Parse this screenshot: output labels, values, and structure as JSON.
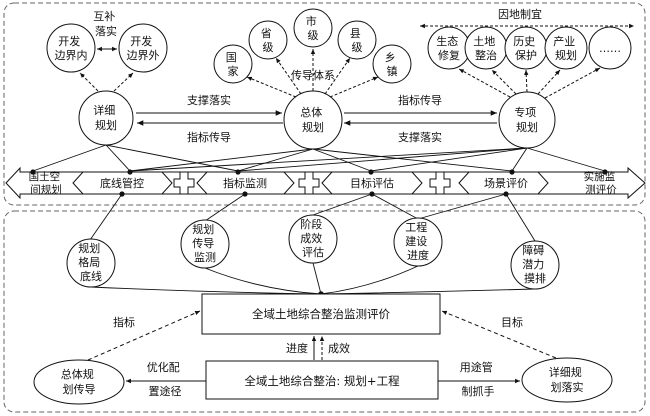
{
  "top_section": {
    "left_group": {
      "label_mutual": [
        "互补",
        "落实"
      ],
      "inner": [
        "开发",
        "边界内"
      ],
      "outer": [
        "开发",
        "边界外"
      ],
      "main": [
        "详细",
        "规划"
      ]
    },
    "center_group": {
      "main": [
        "总体",
        "规划"
      ],
      "country": [
        "国",
        "家"
      ],
      "province": [
        "省",
        "级"
      ],
      "city": [
        "市",
        "级"
      ],
      "county": [
        "县",
        "级"
      ],
      "township": [
        "乡",
        "镇"
      ],
      "system_label": "传导体系"
    },
    "right_group": {
      "label": "因地制宜",
      "main": [
        "专项",
        "规划"
      ],
      "ecology": [
        "生态",
        "修复"
      ],
      "land": [
        "土地",
        "整治"
      ],
      "heritage": [
        "历史",
        "保护"
      ],
      "industry": [
        "产业",
        "规划"
      ],
      "more": "……"
    },
    "relations": {
      "support_left": "支撑落实",
      "indicator_left": "指标传导",
      "indicator_right": "指标传导",
      "support_right": "支撑落实"
    }
  },
  "band": {
    "left_end": [
      "国土空",
      "间规划"
    ],
    "right_end": [
      "实施监",
      "测评价"
    ],
    "stages": [
      "底线管控",
      "指标监测",
      "目标评估",
      "场景评价"
    ]
  },
  "bottom_section": {
    "circles": {
      "c1": [
        "规划",
        "格局",
        "底线"
      ],
      "c2": [
        "规划",
        "传导",
        "监测"
      ],
      "c3": [
        "阶段",
        "成效",
        "评估"
      ],
      "c4": [
        "工程",
        "建设",
        "进度"
      ],
      "c5": [
        "障碍",
        "潜力",
        "摸排"
      ]
    },
    "central_box": "全域土地综合整治监测评价",
    "bottom_box": "全域土地综合整治: 规划+工程",
    "progress_label": "进度",
    "effect_label": "成效",
    "indicator_label": "指标",
    "target_label": "目标",
    "left_ellipse": [
      "总体规",
      "划传导"
    ],
    "right_ellipse": [
      "详细规",
      "划落实"
    ],
    "left_arrow_label": [
      "优化配",
      "置途径"
    ],
    "right_arrow_label": [
      "用途管",
      "制抓手"
    ]
  }
}
